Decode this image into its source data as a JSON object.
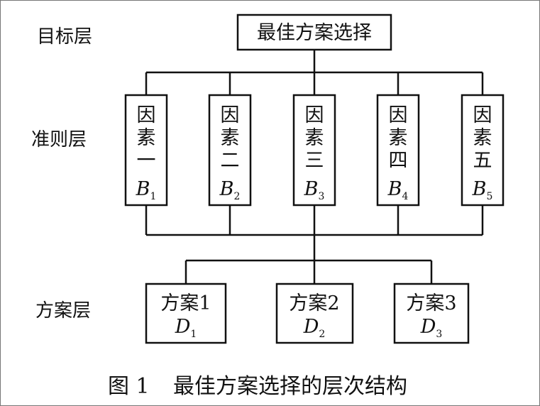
{
  "levels": {
    "goal": "目标层",
    "criteria": "准则层",
    "alternatives": "方案层"
  },
  "goal": {
    "label": "最佳方案选择"
  },
  "criteria": [
    {
      "line1": "因",
      "line2": "素",
      "line3": "一",
      "var": "B",
      "sub": "1"
    },
    {
      "line1": "因",
      "line2": "素",
      "line3": "二",
      "var": "B",
      "sub": "2"
    },
    {
      "line1": "因",
      "line2": "素",
      "line3": "三",
      "var": "B",
      "sub": "3"
    },
    {
      "line1": "因",
      "line2": "素",
      "line3": "四",
      "var": "B",
      "sub": "4"
    },
    {
      "line1": "因",
      "line2": "素",
      "line3": "五",
      "var": "B",
      "sub": "5"
    }
  ],
  "alternatives": [
    {
      "label": "方案1",
      "var": "D",
      "sub": "1"
    },
    {
      "label": "方案2",
      "var": "D",
      "sub": "2"
    },
    {
      "label": "方案3",
      "var": "D",
      "sub": "3"
    }
  ],
  "caption": {
    "number": "图 1",
    "title": "最佳方案选择的层次结构"
  }
}
